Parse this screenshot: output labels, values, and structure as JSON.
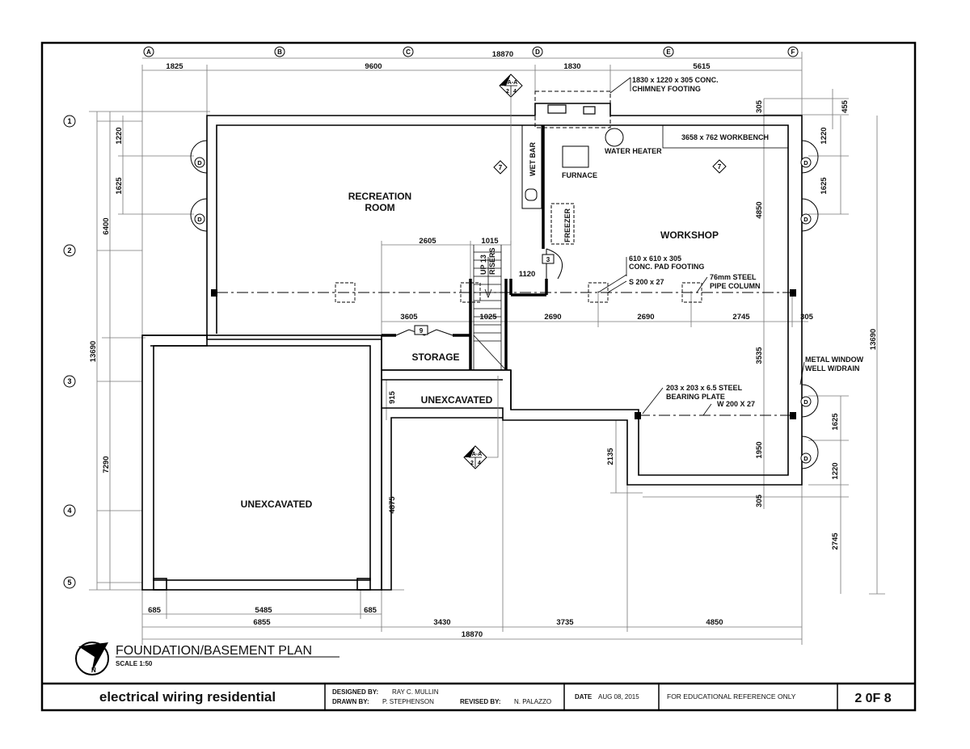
{
  "drawing_title": "FOUNDATION/BASEMENT PLAN",
  "scale": "SCALE 1:50",
  "north_letter": "N",
  "grid_columns": [
    "A",
    "B",
    "C",
    "D",
    "E",
    "F"
  ],
  "grid_rows": [
    "1",
    "2",
    "3",
    "4",
    "5"
  ],
  "dimensions": {
    "top_overall": "18870",
    "top": [
      "1825",
      "9600",
      "1830",
      "5615"
    ],
    "top_right_305": "305",
    "top_right_455": "455",
    "left_overall": "13690",
    "left_6400": "6400",
    "left_7290": "7290",
    "left_1220": "1220",
    "left_1625": "1625",
    "right_1220": "1220",
    "right_1625": "1625",
    "right_4850": "4850",
    "right_13690": "13690",
    "right_3535": "3535",
    "right_1950": "1950",
    "right_305_bottom": "305",
    "right_1625_lower": "1625",
    "right_1220_lower": "1220",
    "right_2745": "2745",
    "stair_2605": "2605",
    "stair_1015": "1015",
    "dim_1120": "1120",
    "row_beam": [
      "3605",
      "1025",
      "2690",
      "2690",
      "2745",
      "305"
    ],
    "dim_915": "915",
    "dim_4875": "4875",
    "dim_2135": "2135",
    "bottom_685_left": "685",
    "bottom_5485": "5485",
    "bottom_685_right": "685",
    "bottom_6855": "6855",
    "bottom_3430": "3430",
    "bottom_3735": "3735",
    "bottom_4850": "4850",
    "bottom_overall": "18870"
  },
  "rooms": {
    "recreation_line1": "RECREATION",
    "recreation_line2": "ROOM",
    "workshop": "WORKSHOP",
    "storage": "STORAGE",
    "unexcavated_small": "UNEXCAVATED",
    "unexcavated_large": "UNEXCAVATED"
  },
  "labels": {
    "chimney_line1": "1830 x 1220 x 305 CONC.",
    "chimney_line2": "CHIMNEY FOOTING",
    "workbench": "3658 x 762 WORKBENCH",
    "water_heater": "WATER HEATER",
    "furnace": "FURNACE",
    "wet_bar": "WET BAR",
    "freezer": "FREEZER",
    "up_risers_line1": "UP 13",
    "up_risers_line2": "RISERS",
    "pad_line1": "610 x 610 x 305",
    "pad_line2": "CONC. PAD FOOTING",
    "beam_s": "S 200 x 27",
    "column_line1": "76mm STEEL",
    "column_line2": "PIPE COLUMN",
    "bearing_line1": "203 x 203 x 6.5 STEEL",
    "bearing_line2": "BEARING PLATE",
    "beam_w": "W 200 X 27",
    "well_line1": "METAL WINDOW",
    "well_line2": "WELL W/DRAIN"
  },
  "symbols": {
    "section_mark": "A-A",
    "section_num_left": "2",
    "section_num_right": "4",
    "window_tag": "D",
    "door_tag_3": "3",
    "door_tag_9": "9",
    "tag_7": "7"
  },
  "title_block": {
    "project": "electrical wiring residential",
    "designed_by_label": "DESIGNED BY:",
    "designed_by": "RAY C. MULLIN",
    "drawn_by_label": "DRAWN BY:",
    "drawn_by": "P. STEPHENSON",
    "revised_by_label": "REVISED BY:",
    "revised_by": "N. PALAZZO",
    "date_label": "DATE",
    "date": "AUG 08, 2015",
    "note": "FOR EDUCATIONAL REFERENCE ONLY",
    "sheet": "2 0F 8"
  }
}
